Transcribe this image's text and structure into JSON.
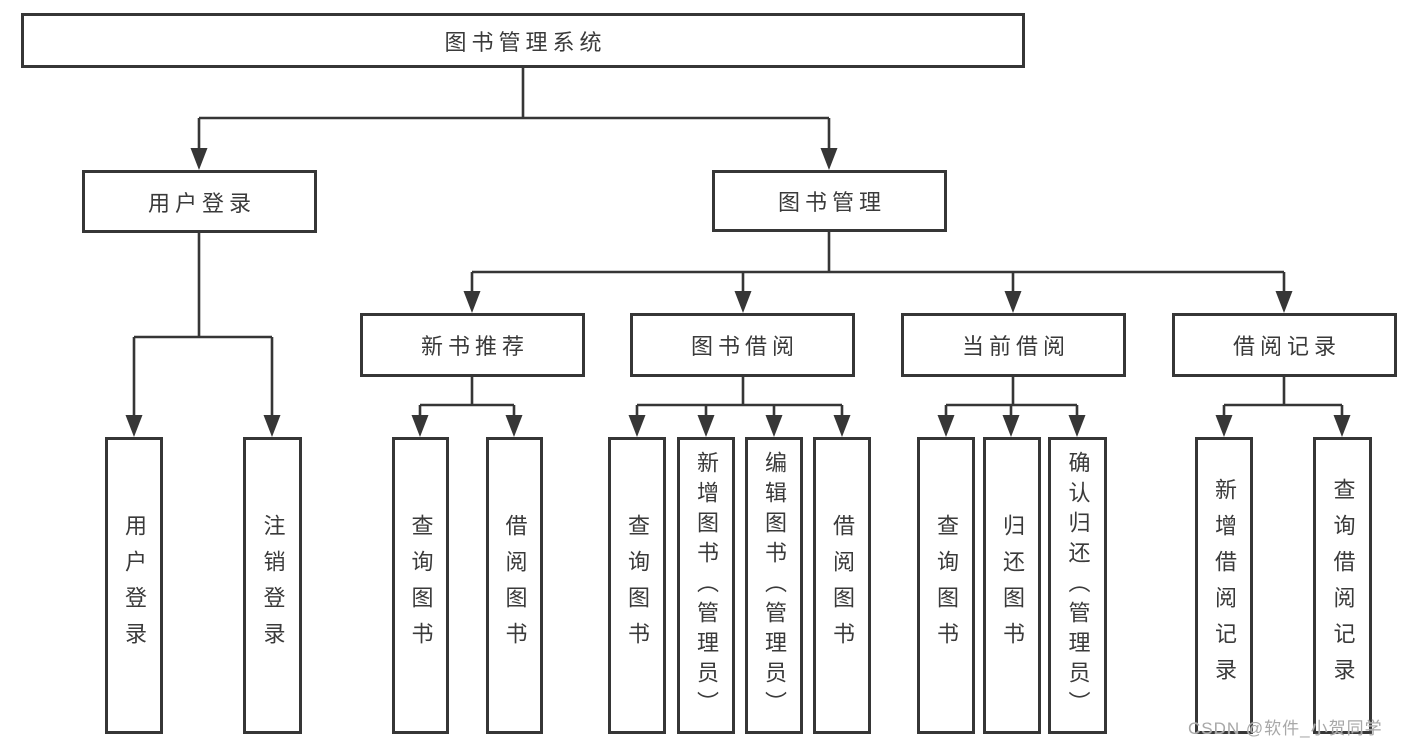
{
  "tree": {
    "label": "图书管理系统",
    "children": [
      {
        "label": "用户登录",
        "children": [
          {
            "label": "用户登录"
          },
          {
            "label": "注销登录"
          }
        ]
      },
      {
        "label": "图书管理",
        "children": [
          {
            "label": "新书推荐",
            "children": [
              {
                "label": "查询图书"
              },
              {
                "label": "借阅图书"
              }
            ]
          },
          {
            "label": "图书借阅",
            "children": [
              {
                "label": "查询图书"
              },
              {
                "label": "新增图书（管理员）"
              },
              {
                "label": "编辑图书（管理员）"
              },
              {
                "label": "借阅图书"
              }
            ]
          },
          {
            "label": "当前借阅",
            "children": [
              {
                "label": "查询图书"
              },
              {
                "label": "归还图书"
              },
              {
                "label": "确认归还（管理员）"
              }
            ]
          },
          {
            "label": "借阅记录",
            "children": [
              {
                "label": "新增借阅记录"
              },
              {
                "label": "查询借阅记录"
              }
            ]
          }
        ]
      }
    ]
  },
  "watermark": {
    "text": "CSDN @软件_小贺同学"
  },
  "colors": {
    "line": "#363636",
    "box_border": "#363636",
    "box_background": "#ffffff",
    "text": "#3a3a3a",
    "watermark": "#a8a8a8",
    "page_background": "#ffffff"
  }
}
